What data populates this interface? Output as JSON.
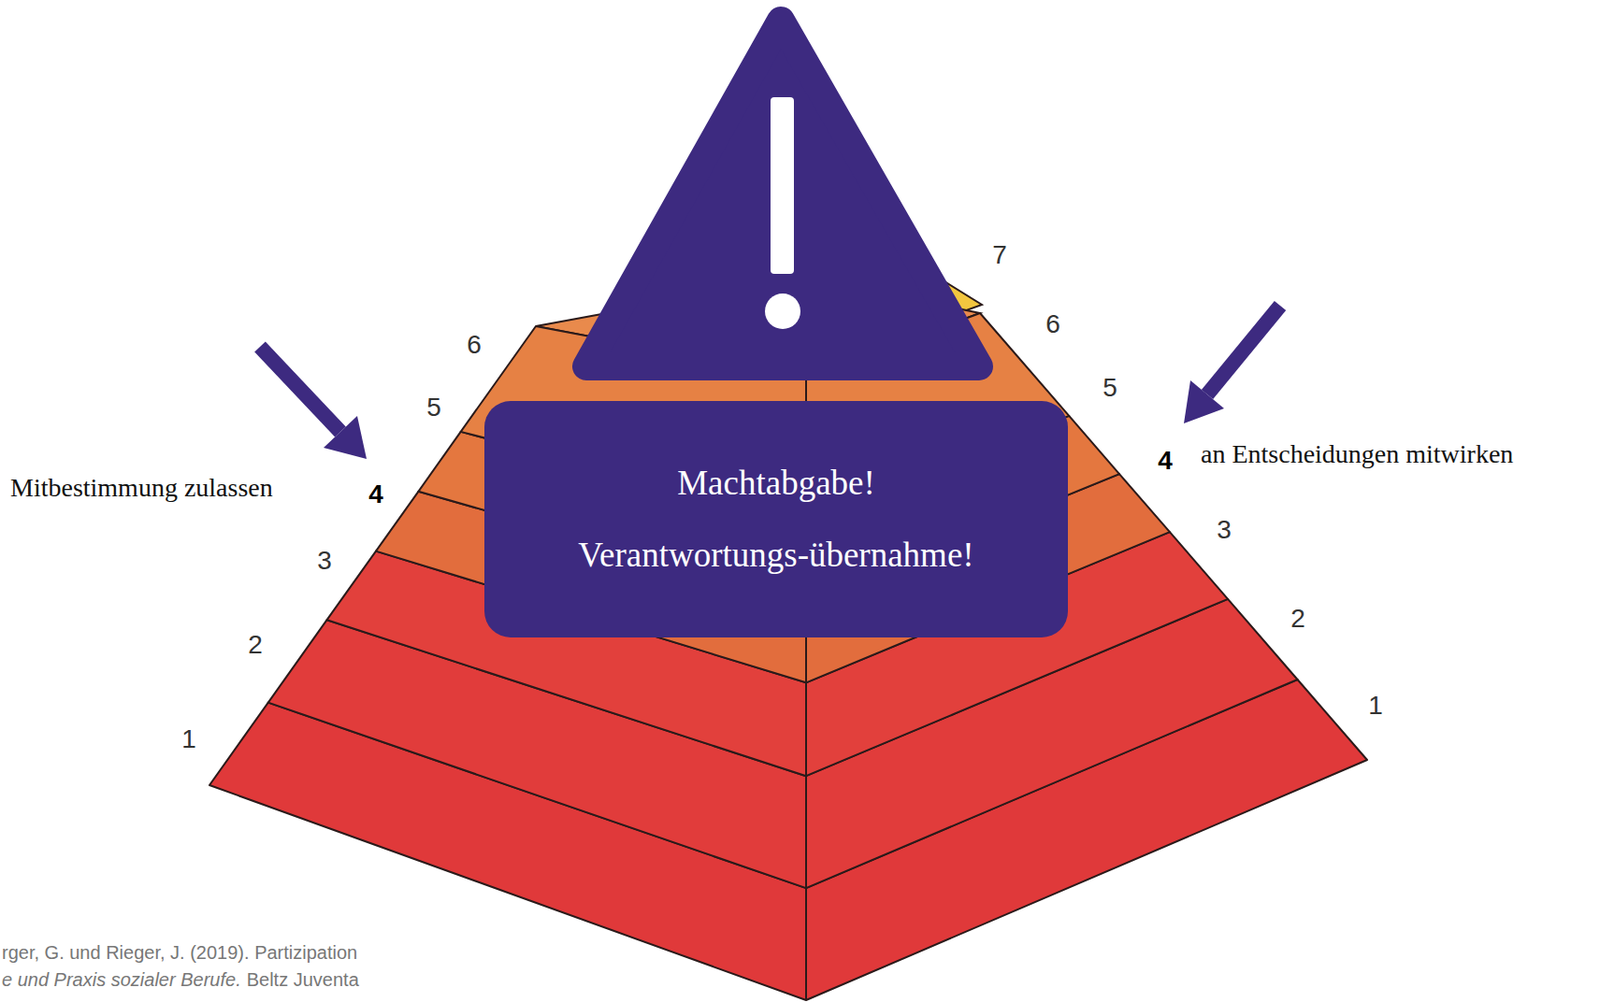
{
  "diagram": {
    "nodes": [
      {
        "text": [
          "Machtabgabe!",
          "Verantwortungs-übernahme!"
        ]
      }
    ],
    "labels": [
      "7",
      "6",
      "6",
      "5",
      "5",
      "4",
      "Mitbestimmung zulassen",
      "4",
      "an Entscheidungen mitwirken",
      "3",
      "3",
      "2",
      "2",
      "1",
      "1",
      "rger, G. und Rieger, J. (2019). Partizipation",
      "e und Praxis sozialer Berufe.",
      "Beltz Juventa"
    ]
  }
}
